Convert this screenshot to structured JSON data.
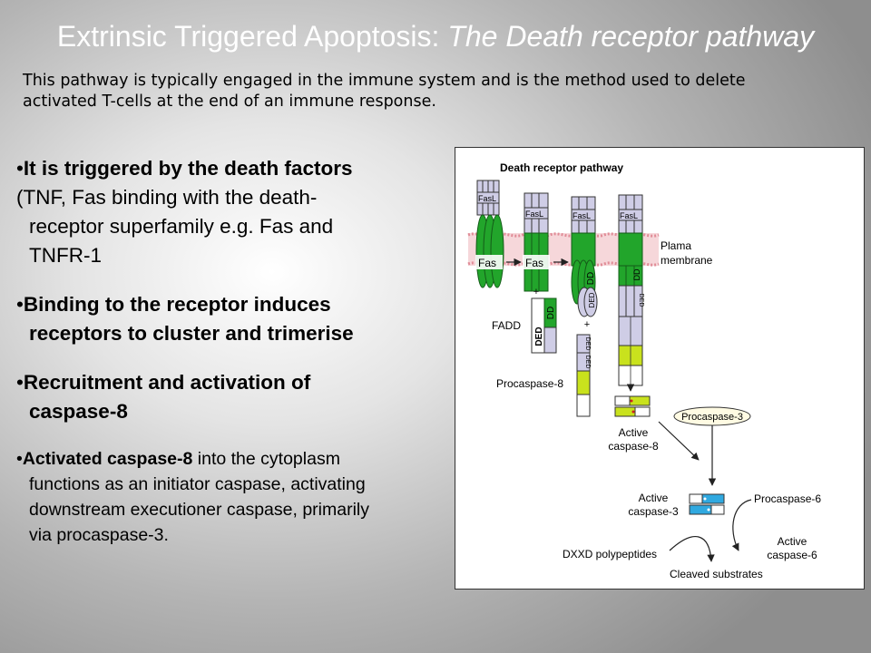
{
  "slide": {
    "title_main": "Extrinsic Triggered Apoptosis: ",
    "title_italic": "The Death receptor pathway",
    "intro_line1": "This pathway is typically engaged in the immune system  and is the method used to delete",
    "intro_line2": "activated T-cells at the end of an immune response."
  },
  "bullets": {
    "b1_bold": "It is triggered by the death factors",
    "b1_line2": " (TNF, Fas binding with the death-",
    "b1_line3": "receptor   superfamily e.g. Fas and",
    "b1_line4": "TNFR-1",
    "b2_line1": "Binding to the receptor induces",
    "b2_line2": "receptors to cluster and trimerise",
    "b3_line1": "Recruitment and activation of",
    "b3_line2": "caspase-8",
    "b4_bold": "Activated caspase-8",
    "b4_rest": " into the cytoplasm",
    "b4_line2": "functions as an initiator caspase, activating",
    "b4_line3": "downstream executioner caspase, primarily",
    "b4_line4": "via procaspase-3.",
    "bullet_char": "•"
  },
  "diagram": {
    "title": "Death receptor pathway",
    "fasl": "FasL",
    "fas": "Fas",
    "dd": "DD",
    "ded": "DED",
    "plus": "+",
    "membrane_line1": "Plama",
    "membrane_line2": "membrane",
    "fadd": "FADD",
    "procaspase8": "Procaspase-8",
    "active_c8_line1": "Active",
    "active_c8_line2": "caspase-8",
    "procaspase3": "Procaspase-3",
    "active_c3_line1": "Active",
    "active_c3_line2": "caspase-3",
    "procaspase6": "Procaspase-6",
    "active_c6_line1": "Active",
    "active_c6_line2": "caspase-6",
    "dxxd": "DXXD polypeptides",
    "cleaved": "Cleaved substrates",
    "colors": {
      "green": "#22a52b",
      "lime": "#c9e21d",
      "lavender": "#cfcde6",
      "blue": "#30a9e0",
      "membrane": "#f0a8b0",
      "red": "#d22020"
    }
  }
}
